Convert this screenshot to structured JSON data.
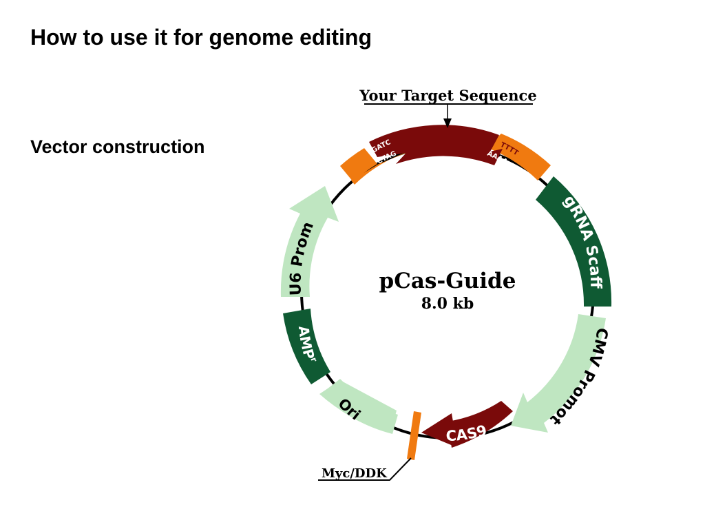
{
  "slide": {
    "title": "How to use it for genome editing",
    "subtitle": "Vector construction"
  },
  "plasmid": {
    "name": "pCas-Guide",
    "size": "8.0 kb",
    "target_label": "Your Target Sequence",
    "tag_label": "Myc/DDK",
    "overhangs": {
      "left_top": "GATC",
      "left_bottom": "CTAG",
      "right_top": "TTTT",
      "right_bottom": "AAAA"
    },
    "features": {
      "u6": "U6 Promoter",
      "grna": "gRNA Scaffold",
      "cmv": "CMV Promoter",
      "cas9": "CAS9",
      "ori": "Ori",
      "amp": "AMP",
      "amp_sup": "r"
    },
    "colors": {
      "dark_green": "#0f5a33",
      "light_green": "#bfe6c1",
      "dark_red": "#7a0a0a",
      "orange": "#f07a10",
      "backbone": "#000000"
    }
  }
}
